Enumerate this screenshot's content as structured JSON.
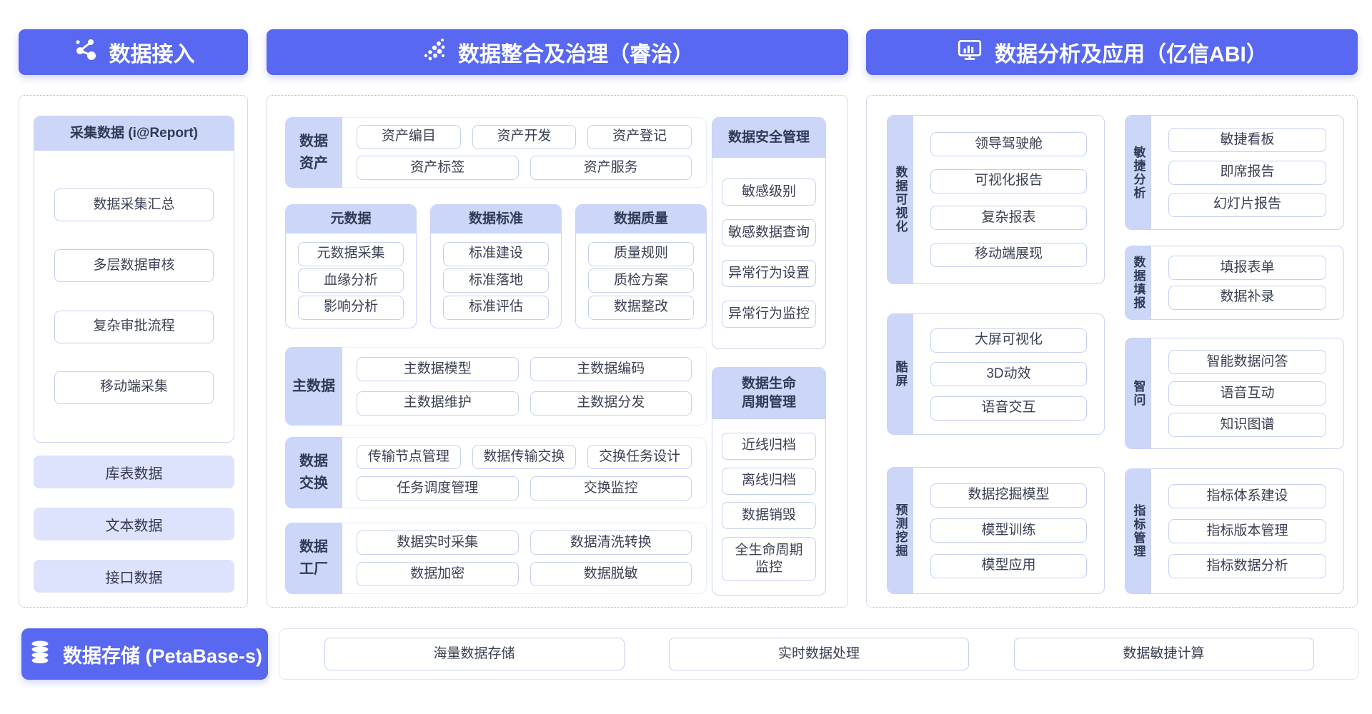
{
  "headers": {
    "access": "数据接入",
    "governance": "数据整合及治理（睿治）",
    "analysis": "数据分析及应用（亿信ABI）"
  },
  "icons": {
    "access": "share-network",
    "governance": "scatter-dots",
    "analysis": "monitor-chart",
    "storage": "database-cylinder"
  },
  "left": {
    "report": {
      "title": "采集数据 (i@Report)",
      "items": [
        "数据采集汇总",
        "多层数据审核",
        "复杂审批流程",
        "移动端采集"
      ]
    },
    "sources": [
      "库表数据",
      "文本数据",
      "接口数据"
    ]
  },
  "middle": {
    "asset": {
      "label": "数据\n资产",
      "row1": [
        "资产编目",
        "资产开发",
        "资产登记"
      ],
      "row2": [
        "资产标签",
        "资产服务"
      ]
    },
    "meta": {
      "title": "元数据",
      "items": [
        "元数据采集",
        "血缘分析",
        "影响分析"
      ]
    },
    "standard": {
      "title": "数据标准",
      "items": [
        "标准建设",
        "标准落地",
        "标准评估"
      ]
    },
    "quality": {
      "title": "数据质量",
      "items": [
        "质量规则",
        "质检方案",
        "数据整改"
      ]
    },
    "master": {
      "label": "主数据",
      "row1": [
        "主数据模型",
        "主数据编码"
      ],
      "row2": [
        "主数据维护",
        "主数据分发"
      ]
    },
    "exchange": {
      "label": "数据\n交换",
      "row1": [
        "传输节点管理",
        "数据传输交换",
        "交换任务设计"
      ],
      "row2": [
        "任务调度管理",
        "交换监控"
      ]
    },
    "factory": {
      "label": "数据\n工厂",
      "row1": [
        "数据实时采集",
        "数据清洗转换"
      ],
      "row2": [
        "数据加密",
        "数据脱敏"
      ]
    },
    "security": {
      "title": "数据安全管理",
      "items": [
        "敏感级别",
        "敏感数据查询",
        "异常行为设置",
        "异常行为监控"
      ]
    },
    "lifecycle": {
      "title": "数据生命\n周期管理",
      "items": [
        "近线归档",
        "离线归档",
        "数据销毁",
        "全生命周期\n监控"
      ]
    }
  },
  "right": {
    "visual": {
      "label": "数据可视化",
      "items": [
        "领导驾驶舱",
        "可视化报告",
        "复杂报表",
        "移动端展现"
      ]
    },
    "coolscreen": {
      "label": "酷屏",
      "items": [
        "大屏可视化",
        "3D动效",
        "语音交互"
      ]
    },
    "mining": {
      "label": "预测挖掘",
      "items": [
        "数据挖掘模型",
        "模型训练",
        "模型应用"
      ]
    },
    "agile": {
      "label": "敏捷分析",
      "items": [
        "敏捷看板",
        "即席报告",
        "幻灯片报告"
      ]
    },
    "filling": {
      "label": "数据填报",
      "items": [
        "填报表单",
        "数据补录"
      ]
    },
    "ask": {
      "label": "智问",
      "items": [
        "智能数据问答",
        "语音互动",
        "知识图谱"
      ]
    },
    "metrics": {
      "label": "指标管理",
      "items": [
        "指标体系建设",
        "指标版本管理",
        "指标数据分析"
      ]
    }
  },
  "bottom": {
    "storage": "数据存储 (PetaBase-s)",
    "items": [
      "海量数据存储",
      "实时数据处理",
      "数据敏捷计算"
    ]
  },
  "colors": {
    "primary": "#5868f0",
    "strip": "#ccd6f8",
    "bar_fill": "#dde3fc",
    "chip_border": "#c6d0f4"
  }
}
